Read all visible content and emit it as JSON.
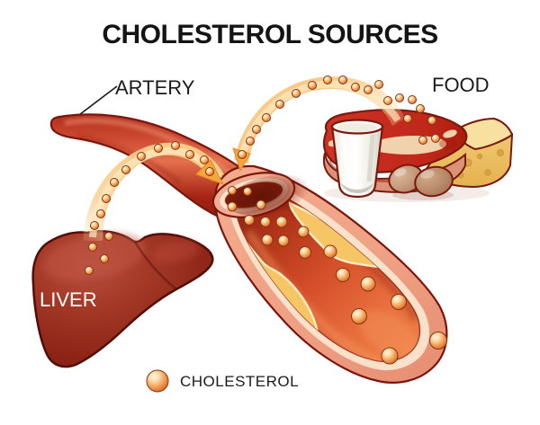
{
  "title": "CHOLESTEROL SOURCES",
  "labels": {
    "artery": "ARTERY",
    "food": "FOOD",
    "liver": "LIVER"
  },
  "legend": {
    "marker": "cholesterol-ball",
    "label": "CHOLESTEROL"
  },
  "diagram": {
    "type": "medical-illustration",
    "description": "Cholesterol particles flow into an artery from two sources: the liver and food (milk, red meat, cheese, eggs); plaque builds up inside the artery wall.",
    "flows": [
      {
        "from": "LIVER",
        "to": "ARTERY",
        "carried_by": "cholesterol particles"
      },
      {
        "from": "FOOD",
        "to": "ARTERY",
        "carried_by": "cholesterol particles"
      }
    ],
    "food_items": [
      "glass of milk",
      "marbled red meat",
      "cheese wedge",
      "eggs"
    ],
    "artery_features": [
      "outer wall",
      "inner lining",
      "plaque deposits",
      "cholesterol particles in lumen"
    ],
    "colors": {
      "background": "#ffffff",
      "text": "#141414",
      "artery_red": "#c23a24",
      "artery_wall": "#f0a486",
      "artery_lining": "#fbe0ca",
      "plaque_yellow": "#f6c566",
      "liver_red": "#93281b",
      "cholesterol_orange": "#f2a45c",
      "stream_orange": "#f9cc8a",
      "liver_label_text": "#ffffff"
    }
  }
}
